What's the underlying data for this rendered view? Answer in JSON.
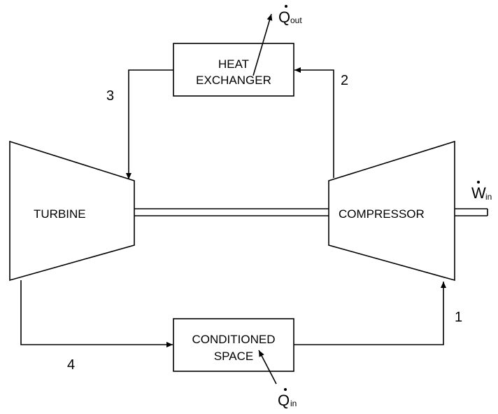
{
  "components": {
    "heat_exchanger": {
      "line1": "HEAT",
      "line2": "EXCHANGER"
    },
    "conditioned_space": {
      "line1": "CONDITIONED",
      "line2": "SPACE"
    },
    "turbine": {
      "label": "TURBINE"
    },
    "compressor": {
      "label": "COMPRESSOR"
    }
  },
  "states": {
    "s1": "1",
    "s2": "2",
    "s3": "3",
    "s4": "4"
  },
  "energy": {
    "q_out": {
      "symbol": "Q",
      "subscript": "out"
    },
    "q_in": {
      "symbol": "Q",
      "subscript": "in"
    },
    "w_in": {
      "symbol": "W",
      "subscript": "in"
    }
  }
}
